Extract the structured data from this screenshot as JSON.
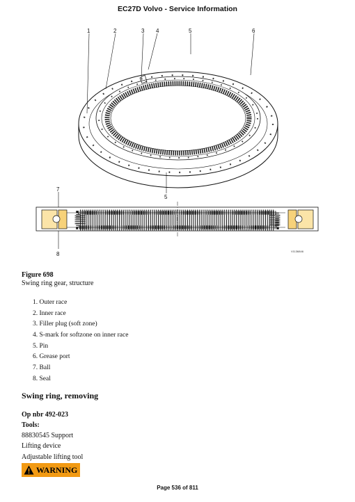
{
  "header": {
    "title": "EC27D Volvo - Service Information"
  },
  "figure": {
    "callouts": [
      "1",
      "2",
      "3",
      "4",
      "5",
      "6",
      "7",
      "5",
      "8"
    ],
    "image_code": "V1136846"
  },
  "caption": {
    "title": "Figure 698",
    "subtitle": "Swing ring gear, structure"
  },
  "parts": [
    "1. Outer race",
    "2. Inner race",
    "3. Filler plug (soft zone)",
    "4. S-mark for softzone on inner race",
    "5. Pin",
    "6. Grease port",
    "7. Ball",
    "8. Seal"
  ],
  "section": {
    "title": "Swing ring, removing"
  },
  "operation": {
    "number": "Op nbr 492-023"
  },
  "tools": {
    "label": "Tools:",
    "items": [
      "88830545 Support",
      "Lifting device",
      "Adjustable lifting tool"
    ]
  },
  "warning": {
    "label": "WARNING",
    "color": "#f29a13",
    "icon": "warning-triangle-icon"
  },
  "footer": {
    "page": "Page 536 of 811"
  }
}
